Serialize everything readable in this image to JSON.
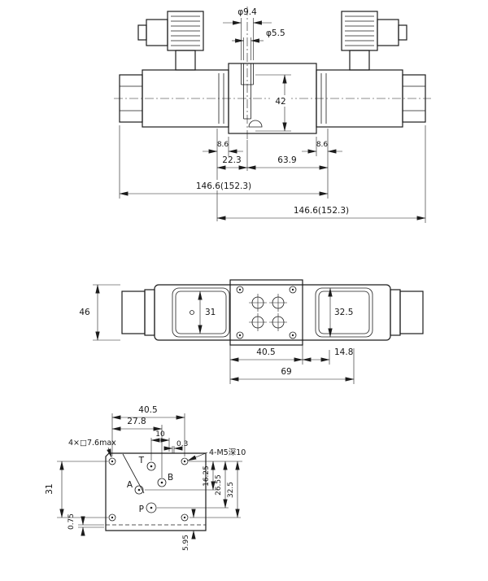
{
  "meta": {
    "background": "#ffffff",
    "ink": "#1c1c1c"
  },
  "front_view": {
    "dims": {
      "hole_outer_dia": "φ9.4",
      "hole_inner_dia": "φ5.5",
      "center_height": "42",
      "offset_left": "8.6",
      "offset_right": "8.6",
      "hole_from_face": "22.3",
      "hole_to_face": "63.9",
      "length_to_left_end": "146.6(152.3)",
      "length_to_right_end": "146.6(152.3)"
    }
  },
  "plan_view": {
    "dims": {
      "valve_width": "46",
      "left_coil_height": "31",
      "right_coil_height": "32.5",
      "port_block_width": "40.5",
      "block_to_coil": "14.8",
      "subplate_length": "69"
    }
  },
  "port_view": {
    "dims": {
      "bolt_span_x": "40.5",
      "port_b_x": "27.8",
      "d10": "10",
      "d03": "0.3",
      "bolt_span_y": "31",
      "d075": "0.75",
      "port_ab_y": "16.25",
      "port_p_y": "26.55",
      "bolt_y": "32.5",
      "d595": "5.95",
      "counterbore_note": "4×□7.6max",
      "thread_note": "4-M5深10"
    },
    "ports": {
      "t": "T",
      "a": "A",
      "b": "B",
      "p": "P"
    }
  }
}
